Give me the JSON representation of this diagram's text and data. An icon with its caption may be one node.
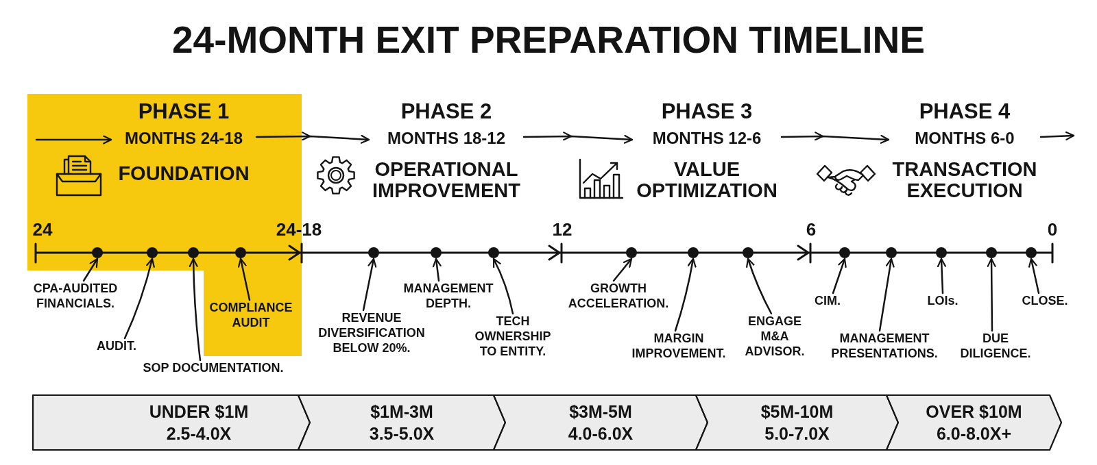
{
  "diagram": {
    "title": "24-MONTH EXIT PREPARATION TIMELINE",
    "nodes": [
      {
        "text": [],
        "shape": "box"
      },
      {
        "text": [
          "PHASE 1",
          "MONTHS 24-18",
          "FOUNDATION"
        ],
        "in": 0
      },
      {
        "text": [
          "PHASE 2",
          "MONTHS 18-12",
          "OPERATIONAL IMPROVEMENT"
        ]
      },
      {
        "text": [
          "PHASE 3",
          "MONTHS 12-6",
          "VALUE OPTIMIZATION"
        ]
      },
      {
        "text": [
          "PHASE 4",
          "MONTHS 6-0",
          "TRANSACTION EXECUTION"
        ]
      },
      {
        "text": [],
        "shape": "circle",
        "in": 0
      },
      {
        "text": [
          "CPA-AUDITED FINANCIALS."
        ]
      },
      {
        "text": [],
        "shape": "circle",
        "in": 0
      },
      {
        "text": [
          "AUDIT."
        ]
      },
      {
        "text": [],
        "shape": "circle",
        "in": 0
      },
      {
        "text": [
          "SOP DOCUMENTATION."
        ]
      },
      {
        "text": [],
        "shape": "circle",
        "in": 0
      },
      {
        "text": [
          "COMPLIANCE AUDIT"
        ],
        "in": 0
      },
      {
        "text": [],
        "shape": "circle"
      },
      {
        "text": [
          "REVENUE DIVERSIFICATION BELOW 20%."
        ]
      },
      {
        "text": [],
        "shape": "circle"
      },
      {
        "text": [
          "MANAGEMENT DEPTH."
        ]
      },
      {
        "text": [],
        "shape": "circle"
      },
      {
        "text": [
          "TECH OWNERSHIP TO ENTITY."
        ]
      },
      {
        "text": [],
        "shape": "circle"
      },
      {
        "text": [
          "GROWTH ACCELERATION."
        ]
      },
      {
        "text": [],
        "shape": "circle"
      },
      {
        "text": [
          "MARGIN IMPROVEMENT."
        ]
      },
      {
        "text": [],
        "shape": "circle"
      },
      {
        "text": [
          "ENGAGE M&A ADVISOR."
        ]
      },
      {
        "text": [],
        "shape": "circle"
      },
      {
        "text": [
          "CIM."
        ]
      },
      {
        "text": [],
        "shape": "circle"
      },
      {
        "text": [
          "MANAGEMENT PRESENTATIONS."
        ]
      },
      {
        "text": [],
        "shape": "circle"
      },
      {
        "text": [
          "LOIs."
        ]
      },
      {
        "text": [],
        "shape": "circle"
      },
      {
        "text": [
          "DUE DILIGENCE."
        ]
      },
      {
        "text": [],
        "shape": "circle"
      },
      {
        "text": [
          "CLOSE."
        ]
      },
      {
        "text": [
          "UNDER $1M",
          "2.5-4.0X"
        ]
      },
      {
        "text": [
          "$1M-3M",
          "3.5-5.0X"
        ]
      },
      {
        "text": [
          "$3M-5M",
          "4.0-6.0X"
        ]
      },
      {
        "text": [
          "$5M-10M",
          "5.0-7.0X"
        ]
      },
      {
        "text": [
          "OVER $10M",
          "6.0-8.0X+"
        ]
      }
    ],
    "edges": [
      {
        "from": null,
        "to": 1,
        "arrow": "to"
      },
      {
        "from": 1,
        "to": 2,
        "arrow": "to"
      },
      {
        "from": 2,
        "to": 3,
        "arrow": "to"
      },
      {
        "from": 3,
        "to": 4,
        "arrow": "to"
      },
      {
        "from": 4,
        "to": null,
        "arrow": "to"
      },
      {
        "from": 6,
        "to": 5,
        "arrow": "to"
      },
      {
        "from": 8,
        "to": 7,
        "arrow": "to"
      },
      {
        "from": 10,
        "to": 9,
        "arrow": "to"
      },
      {
        "from": 12,
        "to": 11,
        "arrow": "to"
      },
      {
        "from": 14,
        "to": 13,
        "arrow": "to"
      },
      {
        "from": 16,
        "to": 15,
        "arrow": "to"
      },
      {
        "from": 18,
        "to": 17,
        "arrow": "to"
      },
      {
        "from": 20,
        "to": 19,
        "arrow": "to"
      },
      {
        "from": 22,
        "to": 21,
        "arrow": "to"
      },
      {
        "from": 24,
        "to": 23,
        "arrow": "to"
      },
      {
        "from": 26,
        "to": 25,
        "arrow": "to"
      },
      {
        "from": 28,
        "to": 27,
        "arrow": "to"
      },
      {
        "from": 30,
        "to": 29,
        "arrow": "to"
      },
      {
        "from": 32,
        "to": 31,
        "arrow": "to"
      },
      {
        "from": 34,
        "to": 33,
        "arrow": "to"
      }
    ],
    "labels": [
      "24",
      "24-18",
      "12",
      "6",
      "0"
    ]
  }
}
